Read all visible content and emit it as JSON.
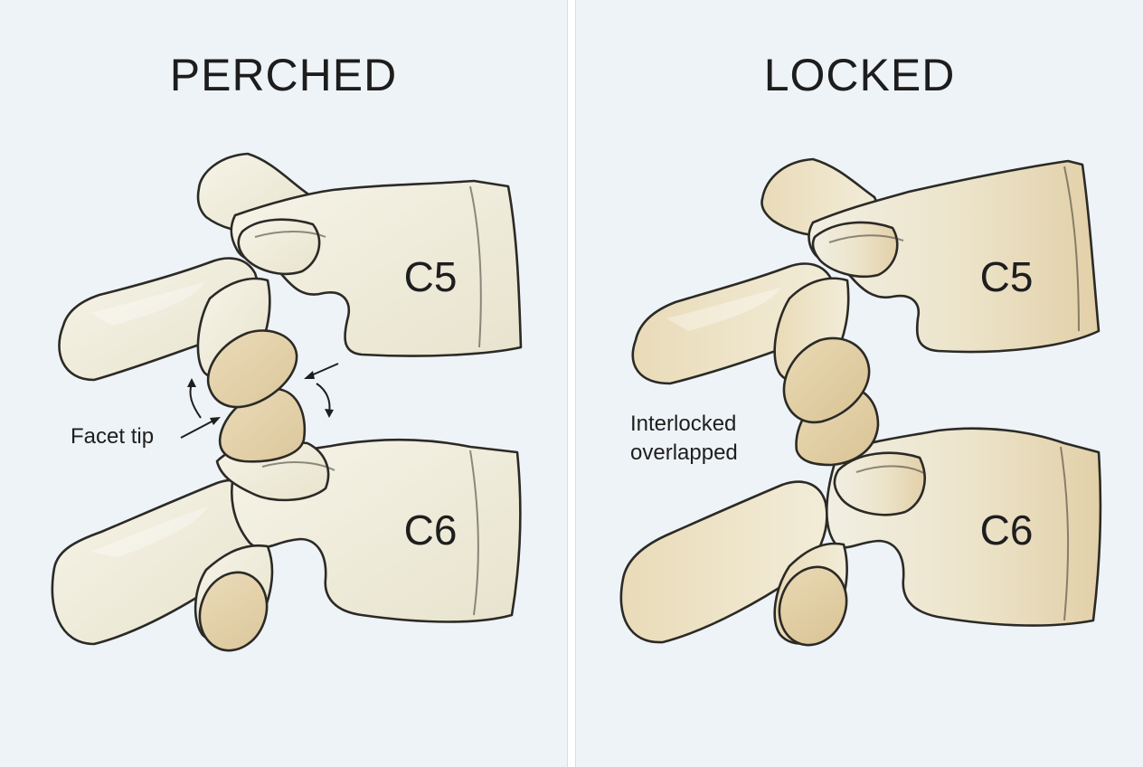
{
  "panels": {
    "left": {
      "title": "PERCHED",
      "upper_label": "C5",
      "lower_label": "C6",
      "annotation": "Facet tip"
    },
    "right": {
      "title": "LOCKED",
      "upper_label": "C5",
      "lower_label": "C6",
      "annotation_line1": "Interlocked",
      "annotation_line2": "overlapped"
    }
  },
  "colors": {
    "background": "#eef3f7",
    "bone_light": "#efecdc",
    "bone_tan": "#e6d6b3",
    "facet": "#e2cfa7",
    "outline": "#2b2a26",
    "text": "#1e1e1e"
  }
}
